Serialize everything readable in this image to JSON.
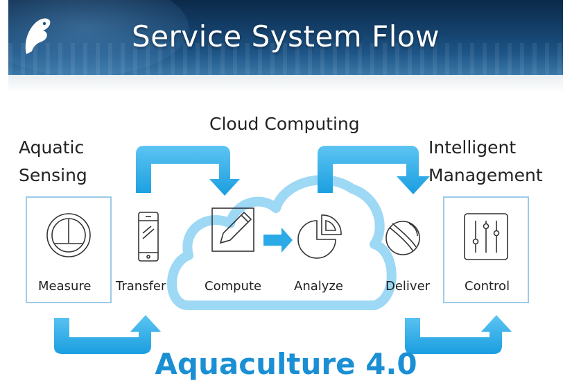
{
  "header": {
    "title": "Service System Flow"
  },
  "groups": {
    "aquatic_sensing": [
      "Aquatic",
      "Sensing"
    ],
    "cloud_computing": "Cloud Computing",
    "intelligent_management": [
      "Intelligent",
      "Management"
    ]
  },
  "steps": [
    {
      "label": "Measure",
      "icon": "gauge-icon"
    },
    {
      "label": "Transfer",
      "icon": "smartphone-icon"
    },
    {
      "label": "Compute",
      "icon": "pencil-icon"
    },
    {
      "label": "Analyze",
      "icon": "pie-chart-icon"
    },
    {
      "label": "Deliver",
      "icon": "globe-icon"
    },
    {
      "label": "Control",
      "icon": "sliders-icon"
    }
  ],
  "footer": {
    "title": "Aquaculture 4.0"
  },
  "colors": {
    "accent": "#1a8fd4",
    "arrow": "#2aaae6",
    "cloud": "#9dd8f5",
    "box_border": "#9ccbe8"
  }
}
